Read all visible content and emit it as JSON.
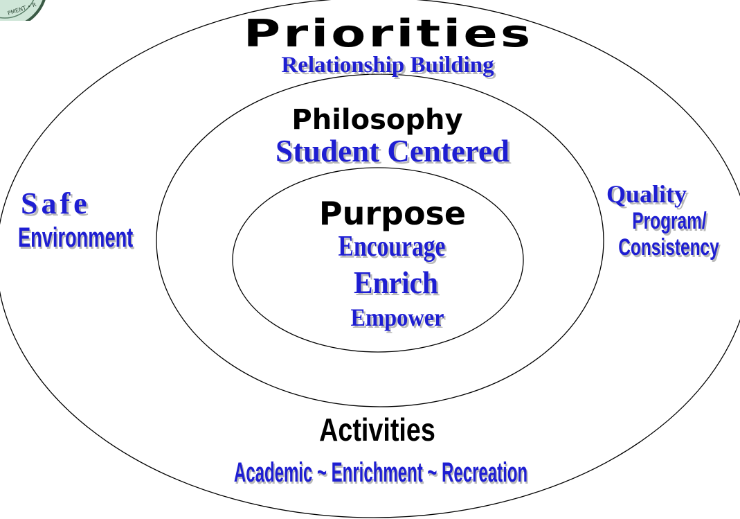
{
  "priorities": {
    "title": "Priorities",
    "subtitle": "Relationship Building"
  },
  "philosophy": {
    "title": "Philosophy",
    "subtitle": "Student Centered"
  },
  "purpose": {
    "title": "Purpose",
    "items": [
      "Encourage",
      "Enrich",
      "Empower"
    ]
  },
  "safe": {
    "title": "Safe",
    "subtitle": "Environment"
  },
  "quality": {
    "title": "Quality",
    "subtitle_lines": [
      "Program/",
      "Consistency"
    ]
  },
  "activities": {
    "title": "Activities",
    "subtitle": "Academic ~ Enrichment ~ Recreation"
  },
  "logo_text": "PMENT • R",
  "colors": {
    "heading": "#000000",
    "accent_text": "#1e1ed2",
    "shadow": "#b9b9b9",
    "ring_stroke": "#000000",
    "background": "#ffffff"
  }
}
